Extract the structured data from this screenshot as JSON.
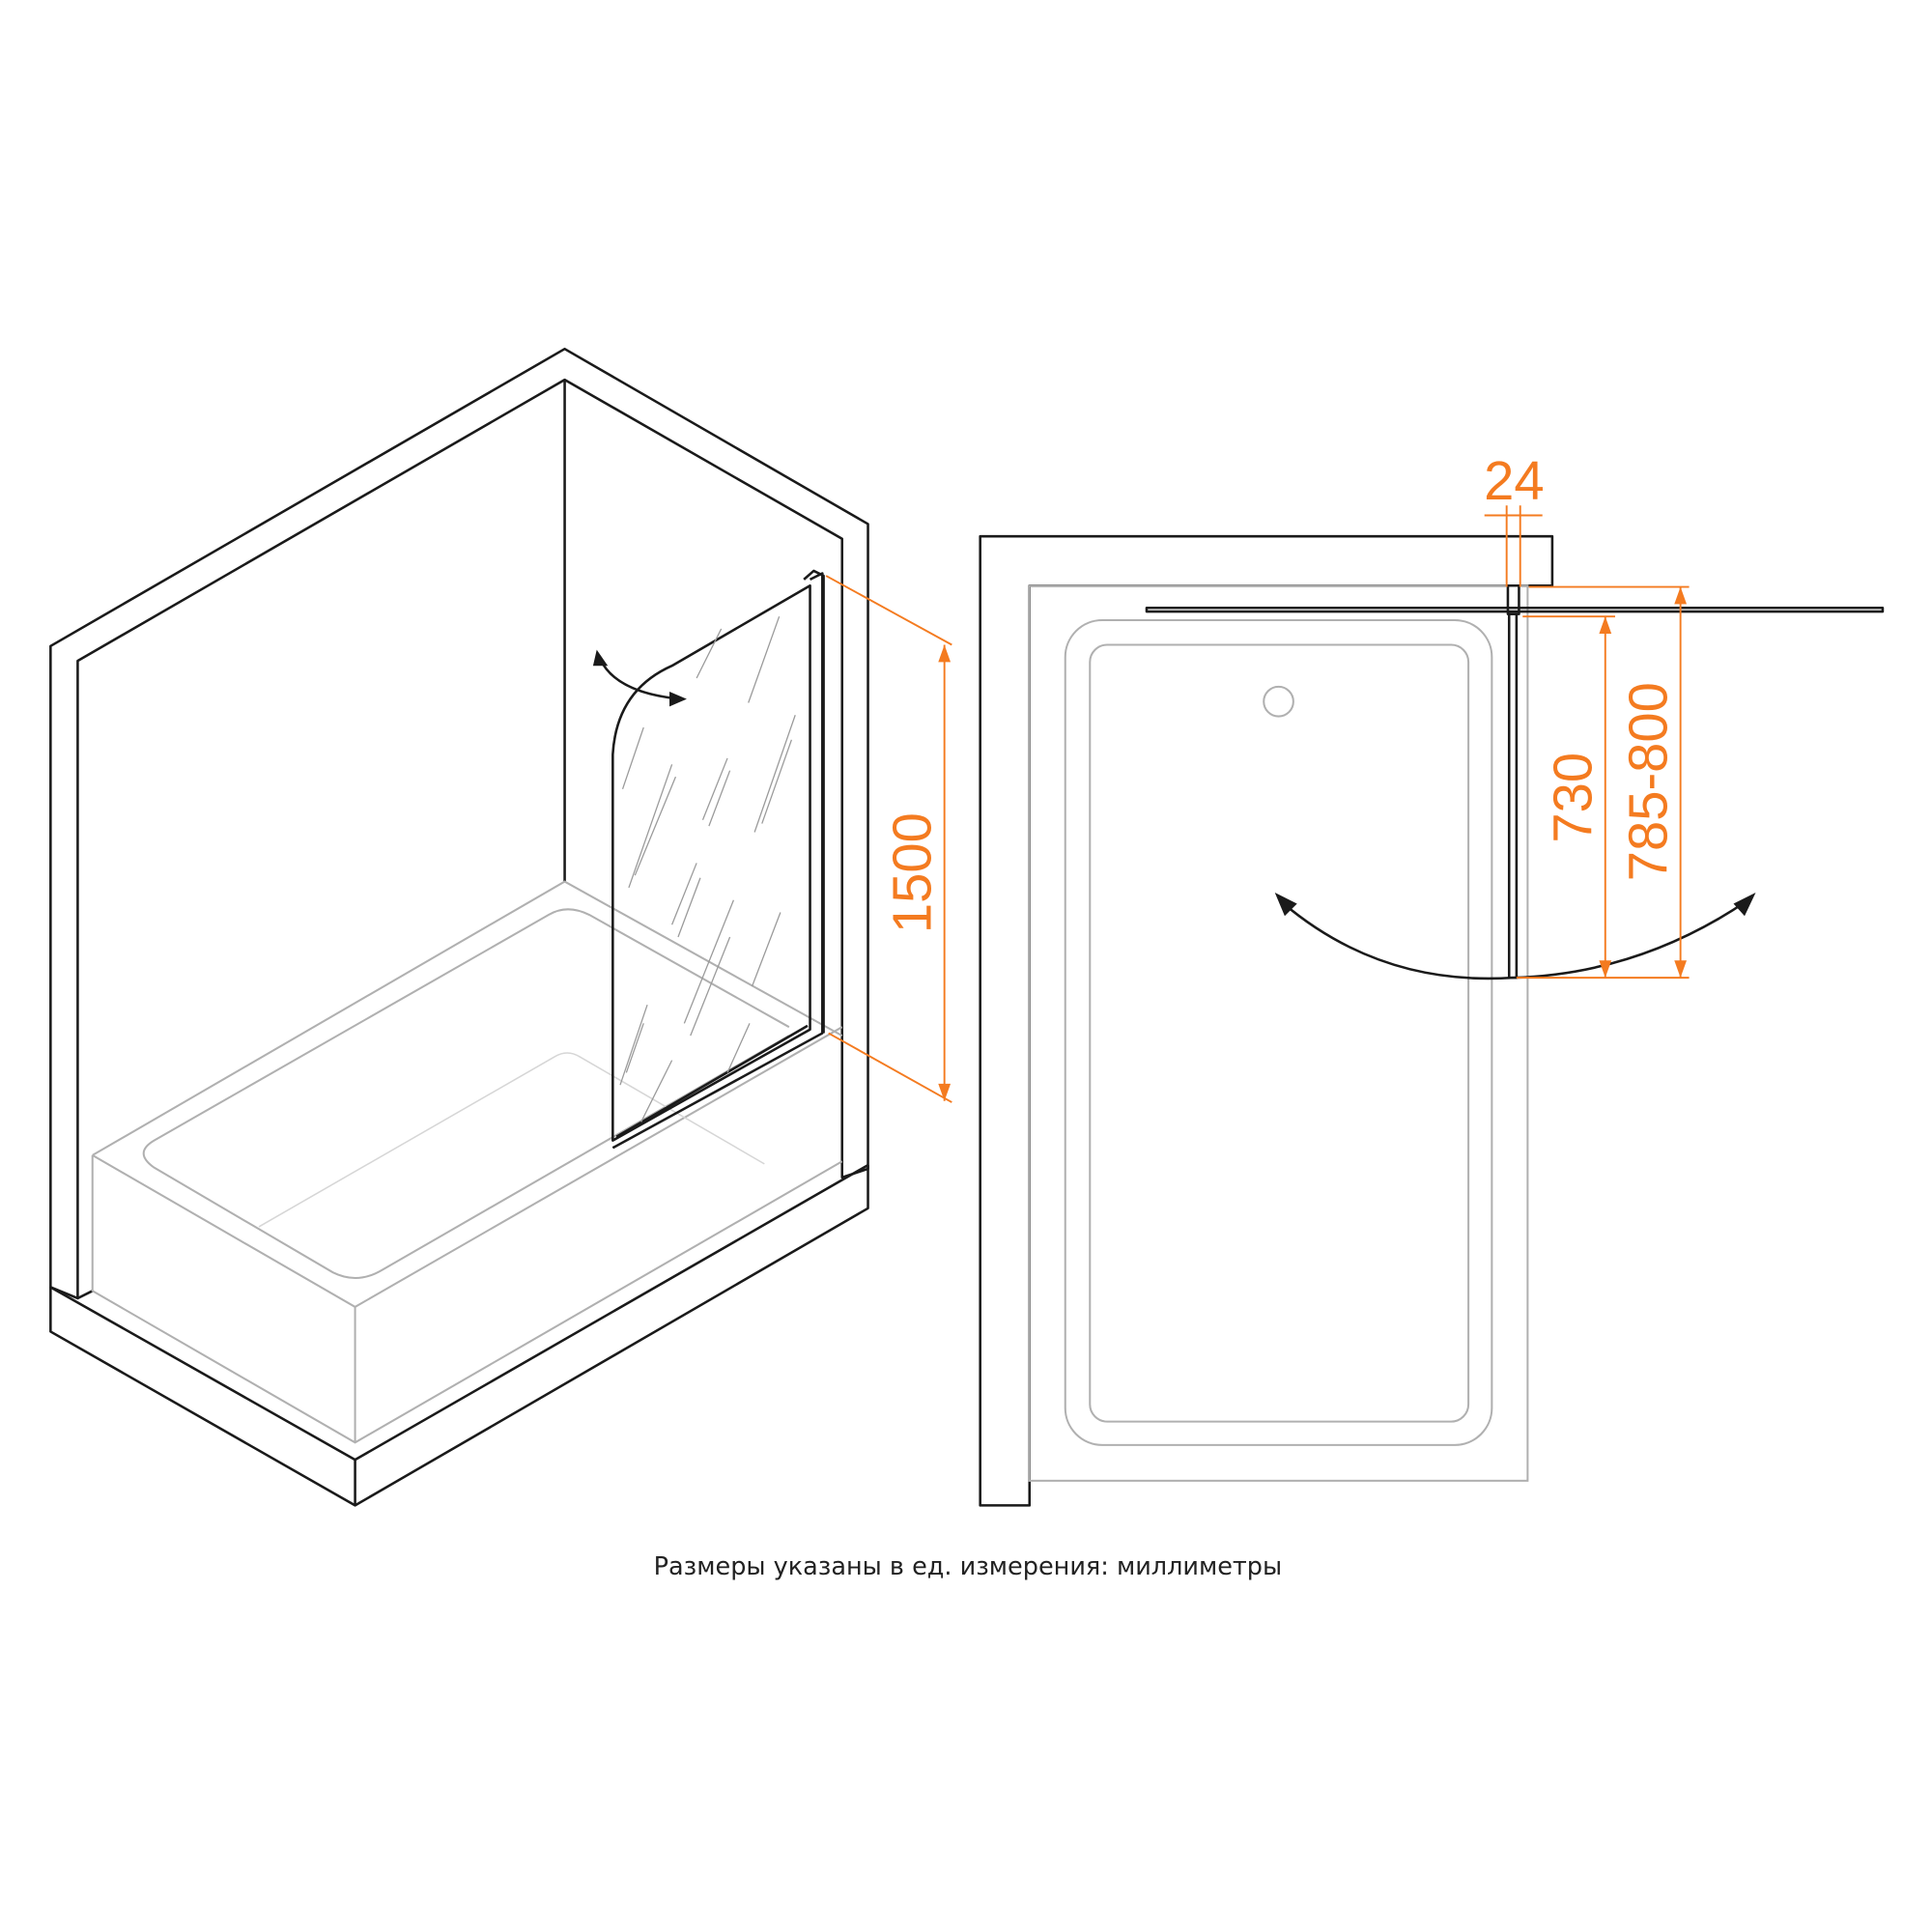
{
  "dimensions": {
    "height_label": "1500",
    "profile_width_label": "24",
    "panel_width_label": "730",
    "adjust_range_label": "785-800"
  },
  "caption": "Размеры указаны в ед. измерения: миллиметры",
  "colors": {
    "dimension": "#f47b20",
    "outline": "#1a1a1a",
    "tub": "#b0b0b0"
  }
}
